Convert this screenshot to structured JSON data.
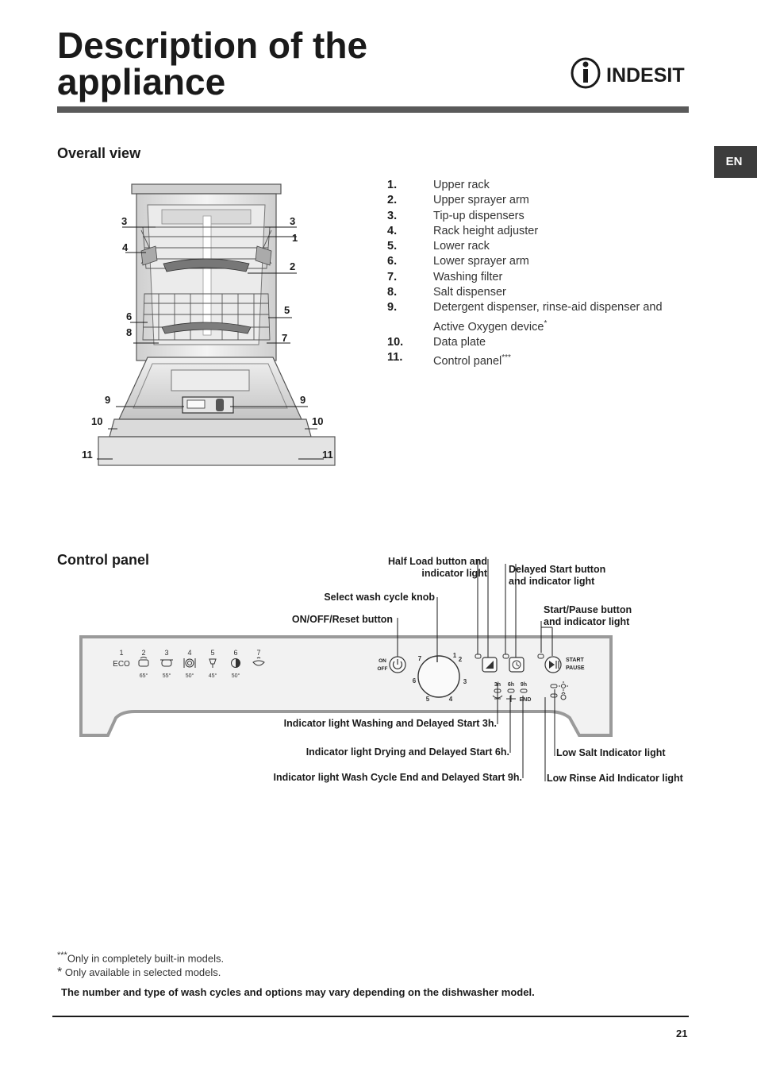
{
  "header": {
    "title_line1": "Description of the",
    "title_line2": "appliance",
    "brand": "INDESIT",
    "lang": "EN"
  },
  "overall_view": {
    "heading": "Overall view",
    "parts": [
      {
        "num": "1.",
        "label": "Upper rack",
        "mark": ""
      },
      {
        "num": "2.",
        "label": "Upper sprayer arm",
        "mark": ""
      },
      {
        "num": "3.",
        "label": "Tip-up dispensers",
        "mark": ""
      },
      {
        "num": "4.",
        "label": "Rack height adjuster",
        "mark": ""
      },
      {
        "num": "5.",
        "label": "Lower rack",
        "mark": ""
      },
      {
        "num": "6.",
        "label": "Lower sprayer arm",
        "mark": ""
      },
      {
        "num": "7.",
        "label": "Washing filter",
        "mark": ""
      },
      {
        "num": "8.",
        "label": "Salt dispenser",
        "mark": ""
      },
      {
        "num": "9.",
        "label": "Detergent dispenser, rinse-aid dispenser and Active Oxygen device",
        "mark": "*"
      },
      {
        "num": "10.",
        "label": "Data plate",
        "mark": ""
      },
      {
        "num": "11.",
        "label": "Control panel",
        "mark": "***"
      }
    ],
    "callouts": {
      "left": [
        "3",
        "4",
        "6",
        "8",
        "9",
        "10",
        "11"
      ],
      "right": [
        "3",
        "1",
        "2",
        "5",
        "7",
        "9",
        "10",
        "11"
      ]
    }
  },
  "control_panel": {
    "heading": "Control panel",
    "labels": {
      "half_load": "Half Load button and indicator light",
      "delayed_start": "Delayed Start button and indicator light",
      "knob": "Select wash cycle knob",
      "start_pause": "Start/Pause button and indicator light",
      "on_off": "ON/OFF/Reset button",
      "ind_3h": "Indicator light Washing and Delayed Start 3h.",
      "ind_6h": "Indicator light Drying and Delayed Start 6h.",
      "ind_9h": "Indicator light Wash Cycle End and Delayed Start 9h.",
      "low_salt": "Low Salt Indicator light",
      "low_rinse": "Low Rinse Aid Indicator light"
    },
    "panel": {
      "programs": [
        {
          "num": "1",
          "name": "ECO",
          "temp": ""
        },
        {
          "num": "2",
          "name": "",
          "temp": "65°"
        },
        {
          "num": "3",
          "name": "",
          "temp": "55°"
        },
        {
          "num": "4",
          "name": "",
          "temp": "50°"
        },
        {
          "num": "5",
          "name": "",
          "temp": "45°"
        },
        {
          "num": "6",
          "name": "",
          "temp": "50°"
        },
        {
          "num": "7",
          "name": "",
          "temp": ""
        }
      ],
      "on_text": "ON",
      "off_text": "OFF",
      "knob_numbers": [
        "7",
        "1",
        "2",
        "3",
        "4",
        "5",
        "6"
      ],
      "start_text": "START",
      "pause_text": "PAUSE",
      "delay_hours": [
        "3h",
        "6h",
        "9h"
      ],
      "end_text": "END"
    }
  },
  "footnotes": {
    "f1_mark": "***",
    "f1_text": "Only in completely built-in models.",
    "f2_mark": "*",
    "f2_text": " Only available in selected models."
  },
  "bottom_note": "The number and type of wash cycles and options may vary depending on the dishwasher model.",
  "page_number": "21"
}
